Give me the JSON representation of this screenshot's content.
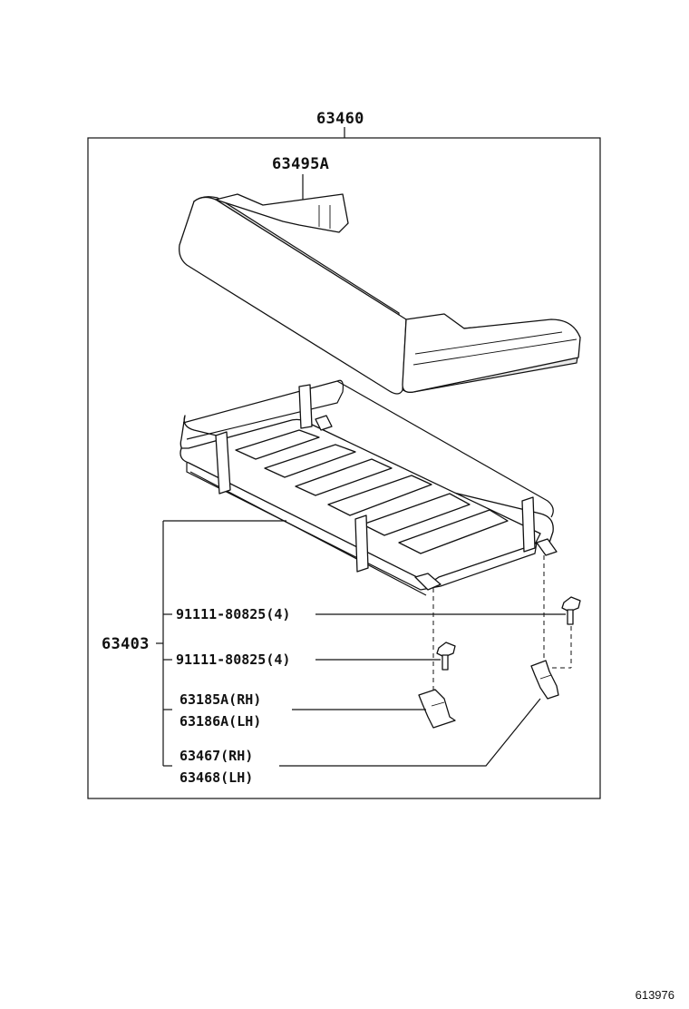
{
  "diagram": {
    "labels": {
      "assembly": "63460",
      "cover": "63495A",
      "carrier": "63403",
      "bolt_upper": "91111-80825(4)",
      "bolt_lower": "91111-80825(4)",
      "bracket_a_rh": "63185A(RH)",
      "bracket_a_lh": "63186A(LH)",
      "bracket_b_rh": "63467(RH)",
      "bracket_b_lh": "63468(LH)"
    },
    "figure_id": "613976"
  }
}
